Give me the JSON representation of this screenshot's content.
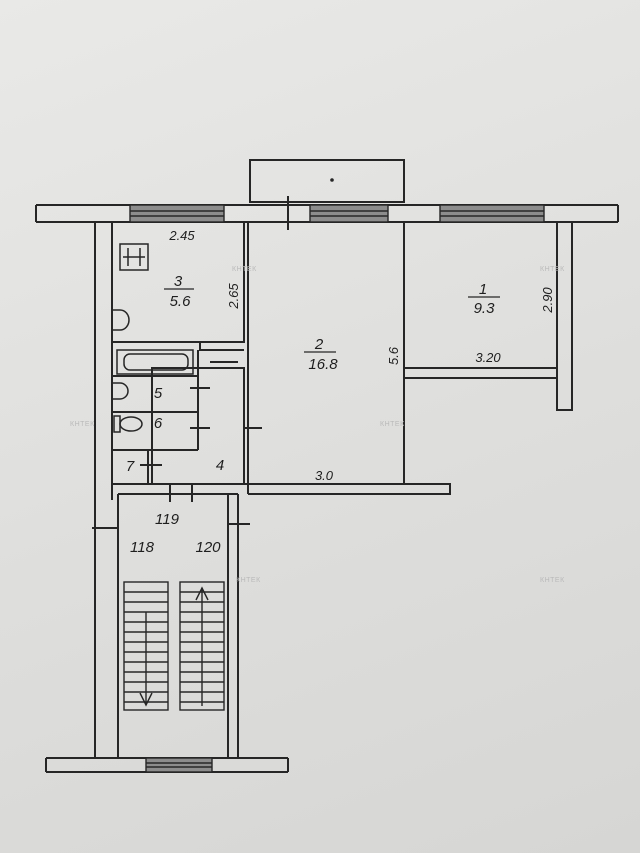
{
  "rooms": {
    "r1": {
      "number": "1",
      "area": "9.3"
    },
    "r2": {
      "number": "2",
      "area": "16.8"
    },
    "r3": {
      "number": "3",
      "area": "5.6"
    },
    "r4": {
      "number": "4"
    },
    "r5": {
      "number": "5"
    },
    "r6": {
      "number": "6"
    },
    "r7": {
      "number": "7"
    }
  },
  "dimensions": {
    "r3_width": "2.45",
    "r3_length": "2.65",
    "r2_length": "5.6",
    "r2_width": "3.0",
    "r1_length": "2.90",
    "r1_width": "3.20"
  },
  "stair_apartments": {
    "left": "118",
    "center": "119",
    "right": "120"
  },
  "watermark": "КНТЕК"
}
